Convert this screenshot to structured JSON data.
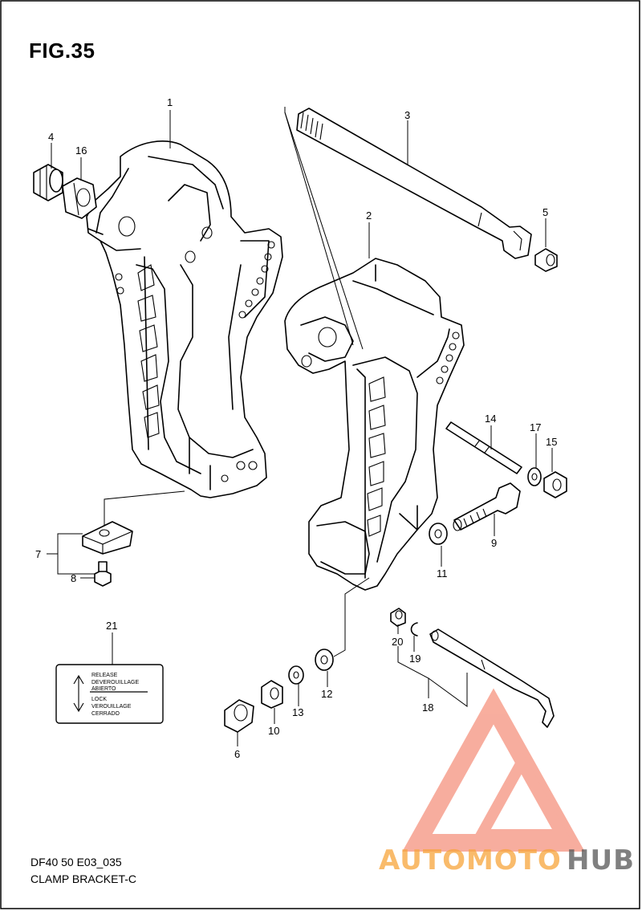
{
  "figure": {
    "title": "FIG.35",
    "code": "DF40 50 E03_035",
    "name": "CLAMP BRACKET-C"
  },
  "callouts": {
    "c1": "1",
    "c2": "2",
    "c3": "3",
    "c4": "4",
    "c5": "5",
    "c6": "6",
    "c7": "7",
    "c8": "8",
    "c9": "9",
    "c10": "10",
    "c11": "11",
    "c12": "12",
    "c13": "13",
    "c14": "14",
    "c15": "15",
    "c16": "16",
    "c17": "17",
    "c18": "18",
    "c19": "19",
    "c20": "20",
    "c21": "21"
  },
  "decal": {
    "line1": "RELEASE",
    "line2": "DEVEROUILLAGE",
    "line3": "ABIERTO",
    "line4": "LOCK",
    "line5": "VEROUILLAGE",
    "line6": "CERRADO"
  },
  "watermark": {
    "part1": "AUTOMOTO",
    "part2": "HUB",
    "color_primary": "#f26b4f",
    "color_secondary": "#f7a43a",
    "color_dark": "#555555"
  }
}
